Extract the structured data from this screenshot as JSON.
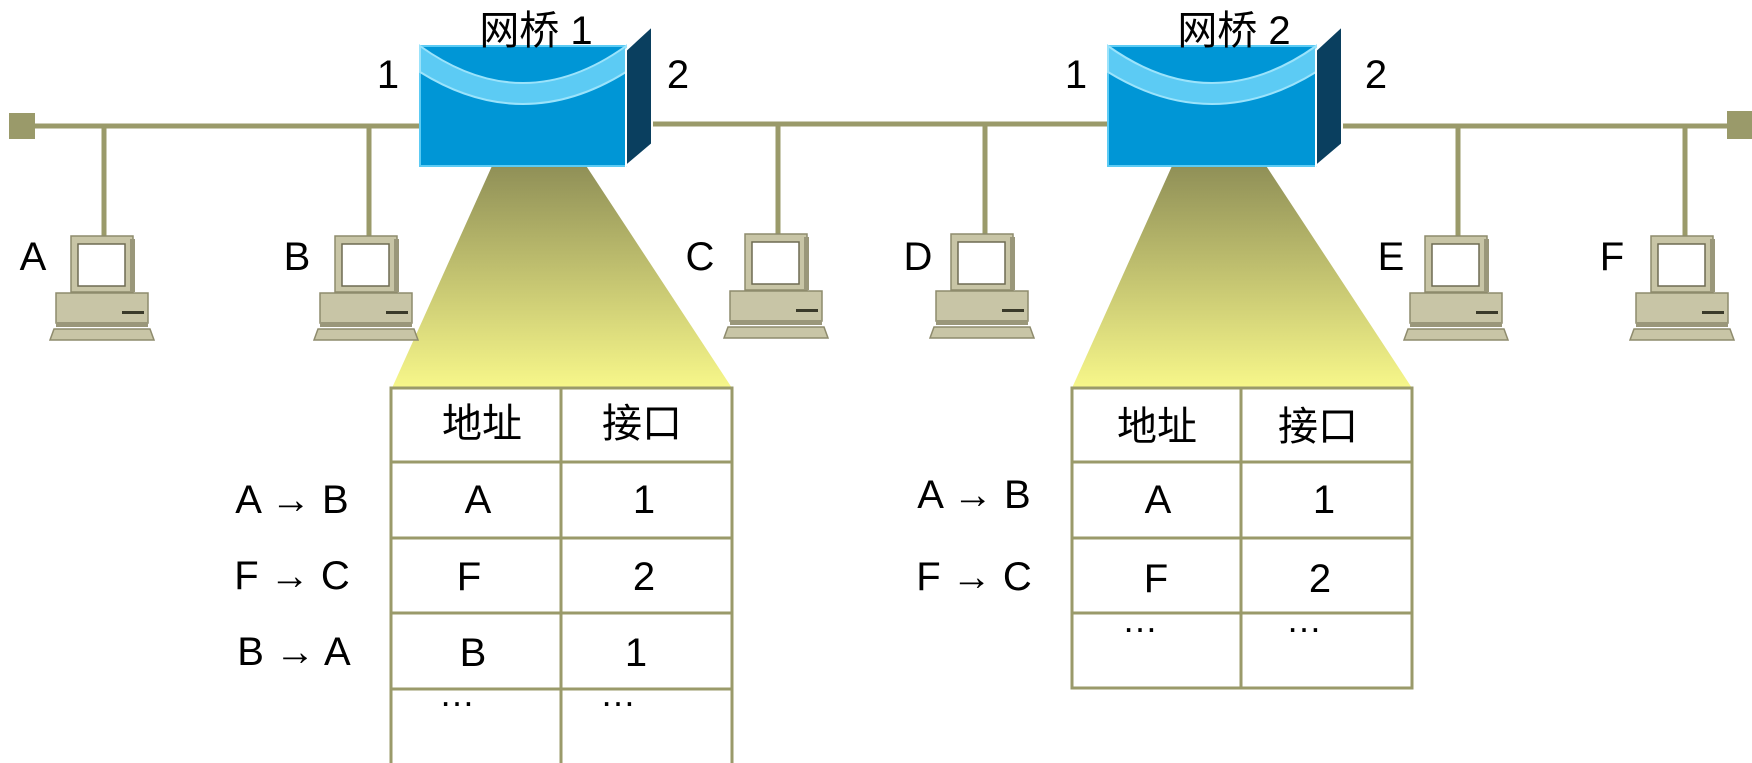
{
  "colors": {
    "line": "#9a9a6a",
    "bridge_face": "#0096d6",
    "bridge_top": "#5ccbf4",
    "bridge_side": "#0a3f5f",
    "beam_top": "#7d7d4e",
    "beam_bottom": "#f7f78a",
    "table_border": "#9a9a6a",
    "pc_body": "#c8c5a6",
    "pc_dark": "#6e6b52"
  },
  "bridges": [
    {
      "id": "bridge-1",
      "label": "网桥 1",
      "port_left": "1",
      "port_right": "2"
    },
    {
      "id": "bridge-2",
      "label": "网桥 2",
      "port_left": "1",
      "port_right": "2"
    }
  ],
  "hosts": [
    "A",
    "B",
    "C",
    "D",
    "E",
    "F"
  ],
  "tables": [
    {
      "id": "bridge-1",
      "headers": [
        "地址",
        "接口"
      ],
      "frames": [
        "A → B",
        "F → C",
        "B → A"
      ],
      "rows": [
        [
          "A",
          "1"
        ],
        [
          "F",
          "2"
        ],
        [
          "B",
          "1"
        ]
      ],
      "ellipsis": [
        "…",
        "…"
      ]
    },
    {
      "id": "bridge-2",
      "headers": [
        "地址",
        "接口"
      ],
      "frames": [
        "A → B",
        "F → C"
      ],
      "rows": [
        [
          "A",
          "1"
        ],
        [
          "F",
          "2"
        ]
      ],
      "ellipsis": [
        "…",
        "…"
      ]
    }
  ]
}
